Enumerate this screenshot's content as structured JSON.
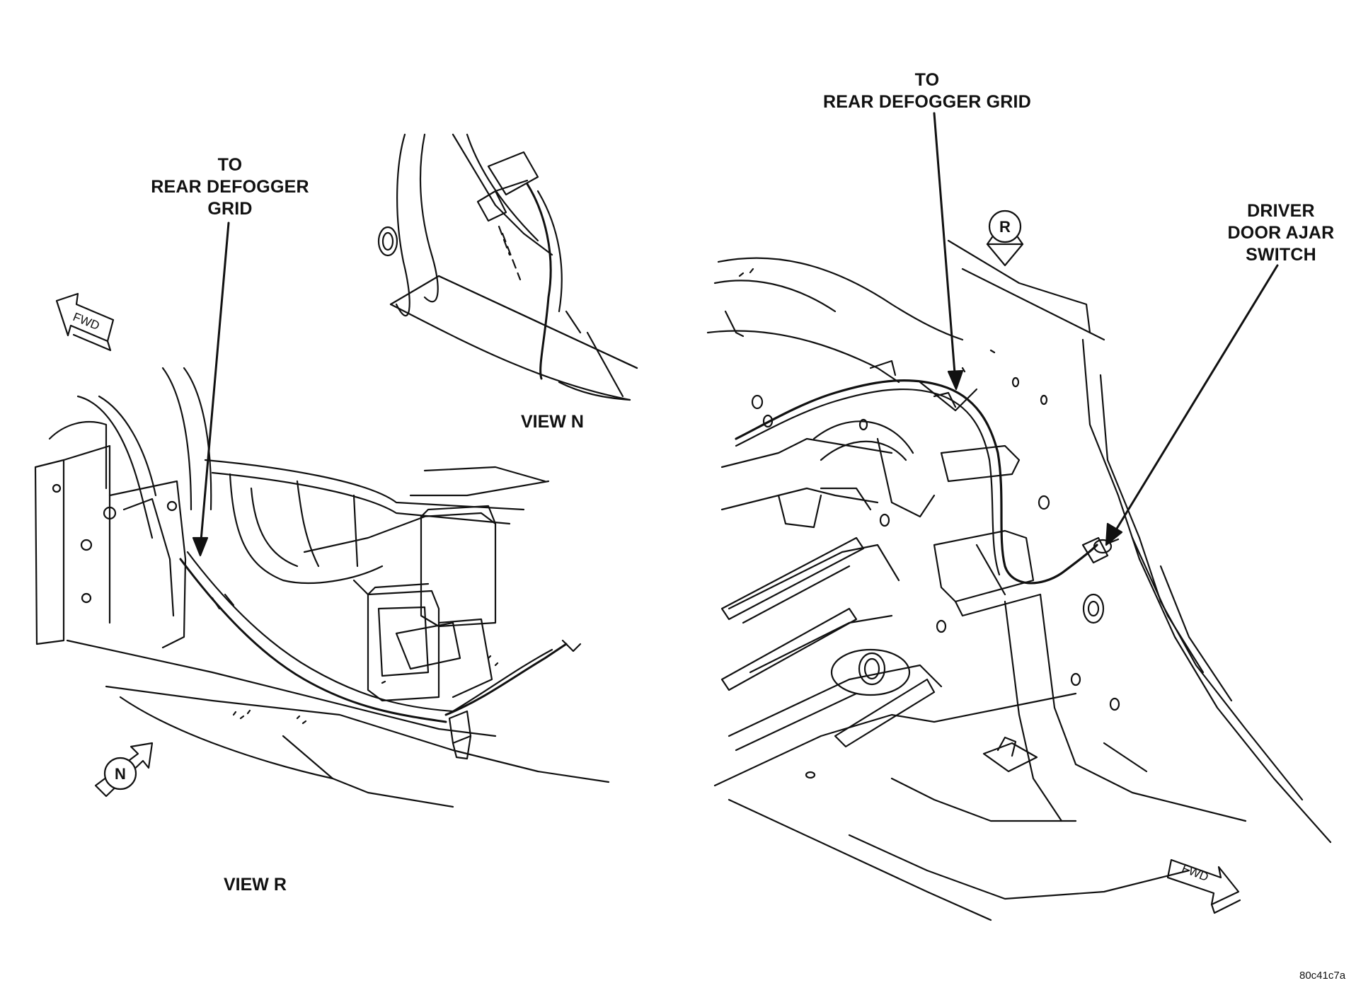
{
  "callouts": {
    "left_defogger": [
      "TO",
      "REAR DEFOGGER",
      "GRID"
    ],
    "right_defogger": [
      "TO",
      "REAR DEFOGGER GRID"
    ],
    "door_ajar": [
      "DRIVER",
      "DOOR AJAR",
      "SWITCH"
    ]
  },
  "views": {
    "view_n": "VIEW N",
    "view_r": "VIEW R"
  },
  "markers": {
    "fwd_left": "FWD",
    "fwd_right": "FWD",
    "n_marker": "N",
    "r_marker": "R"
  },
  "figure_code": "80c41c7a"
}
